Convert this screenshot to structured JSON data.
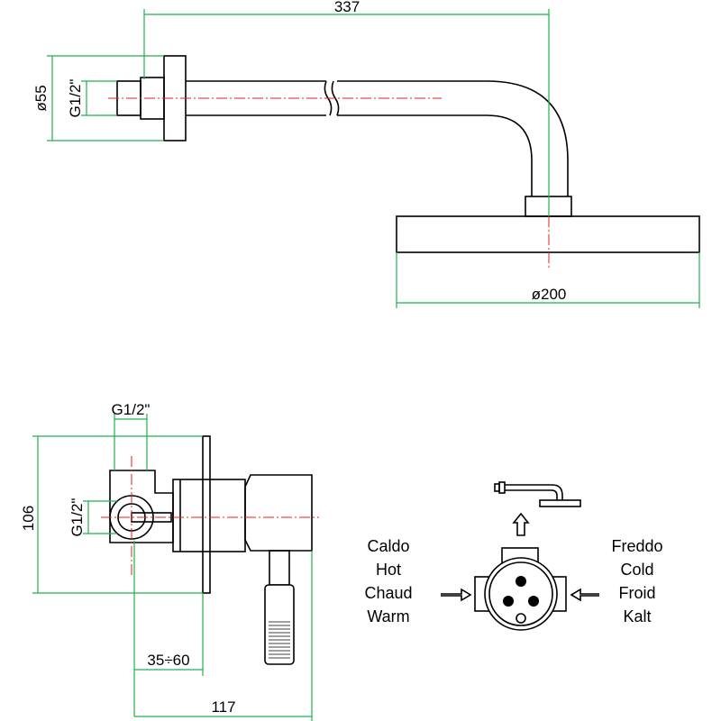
{
  "shower_arm": {
    "length_label": "337",
    "flange_diameter_label": "ø55",
    "thread_label": "G1/2\"",
    "head_diameter_label": "ø200"
  },
  "mixer": {
    "height_label": "106",
    "top_thread_label": "G1/2\"",
    "side_thread_label": "G1/2\"",
    "depth_range_label": "35÷60",
    "total_depth_label": "117"
  },
  "flow_legend": {
    "hot_labels": [
      "Caldo",
      "Hot",
      "Chaud",
      "Warm"
    ],
    "cold_labels": [
      "Freddo",
      "Cold",
      "Froid",
      "Kalt"
    ]
  },
  "colors": {
    "outline": "#000000",
    "dimension": "#22b14c",
    "centerline": "#e32020"
  }
}
